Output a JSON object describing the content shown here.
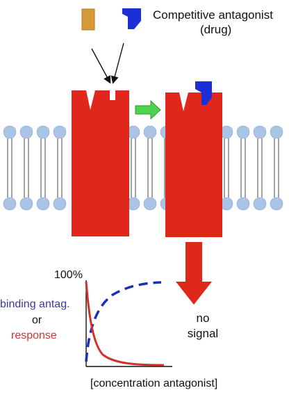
{
  "labels": {
    "drug_line1": "Competitive antagonist",
    "drug_line2": "(drug)",
    "y_top": "100%",
    "binding": "binding antag.",
    "or": "or",
    "response": "response",
    "no": "no",
    "signal": "signal",
    "xlabel": "[concentration antagonist]"
  },
  "colors": {
    "receptor": "#e0271b",
    "antagonist": "#1a2fd6",
    "agonist": "#d49a3a",
    "membrane_head": "#a9c4e6",
    "arrow_green": "#4fd24f",
    "binding_curve": "#1a2fc0",
    "response_curve": "#d3302a"
  },
  "icons": [
    "agonist-ligand",
    "antagonist-ligand",
    "transition-arrow-icon",
    "down-arrow-icon"
  ]
}
